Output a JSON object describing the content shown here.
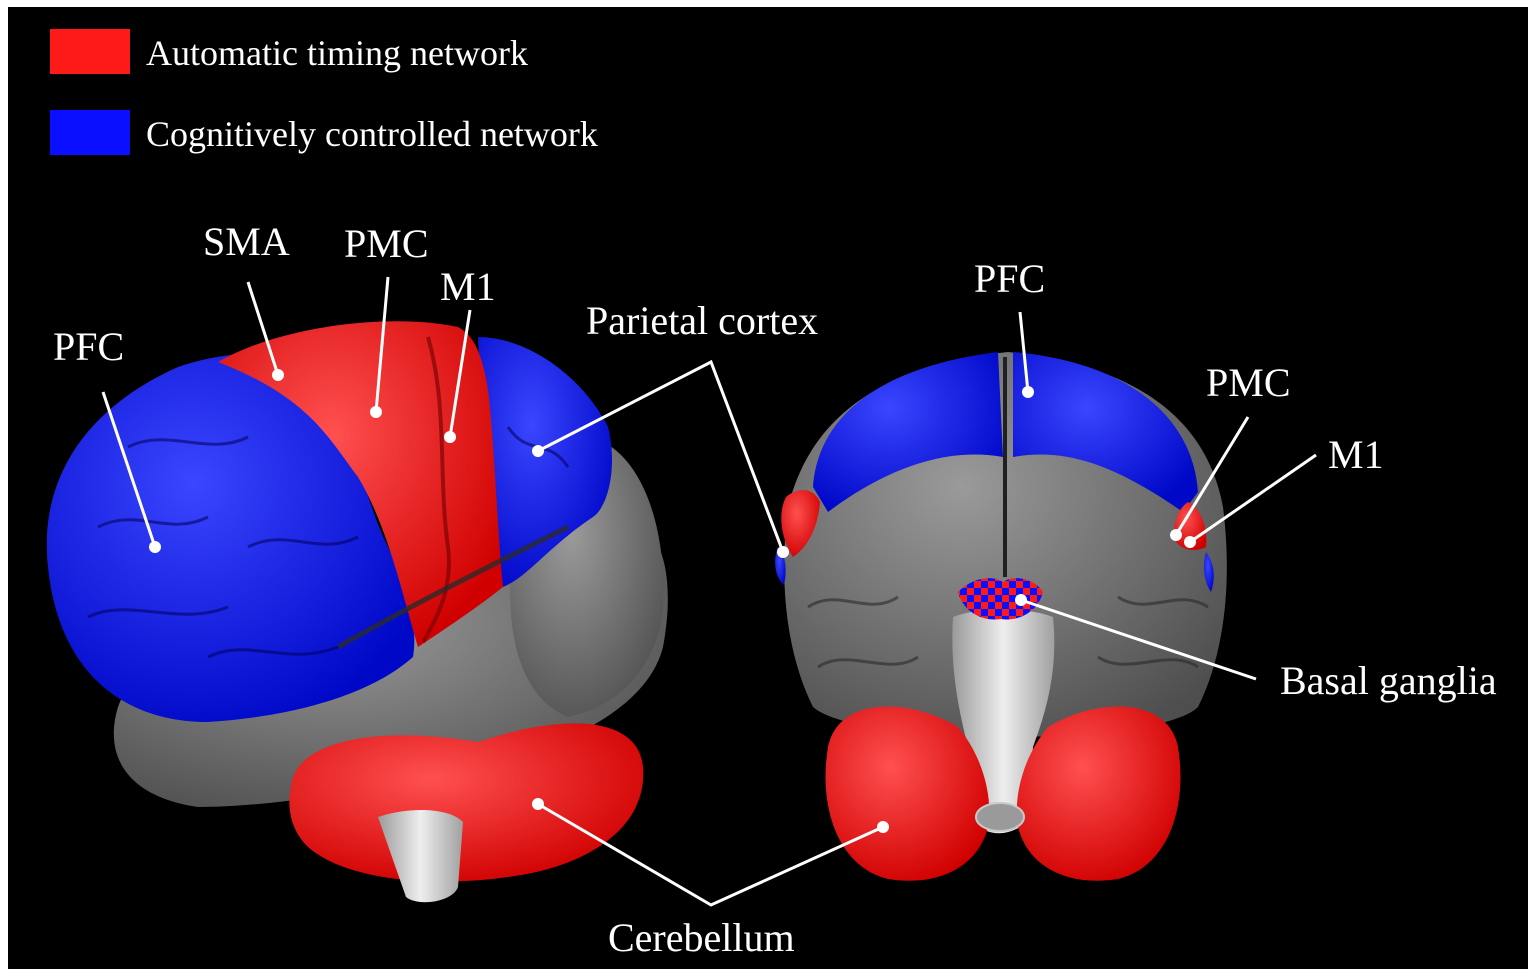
{
  "legend": [
    {
      "label": "Automatic timing network",
      "color": "#ff1a1a"
    },
    {
      "label": "Cognitively controlled network",
      "color": "#0a10ff"
    }
  ],
  "colors": {
    "automatic": "#ff1a1a",
    "cognitive": "#0a10ff",
    "tissue": "#7a7a7a",
    "brainstem": "#d8d8d8",
    "background": "#000000"
  },
  "labels": {
    "sma": "SMA",
    "pmc_left": "PMC",
    "m1_left": "M1",
    "pfc_left": "PFC",
    "parietal": "Parietal cortex",
    "pfc_right": "PFC",
    "pmc_right": "PMC",
    "m1_right": "M1",
    "basal_ganglia": "Basal ganglia",
    "cerebellum": "Cerebellum"
  }
}
